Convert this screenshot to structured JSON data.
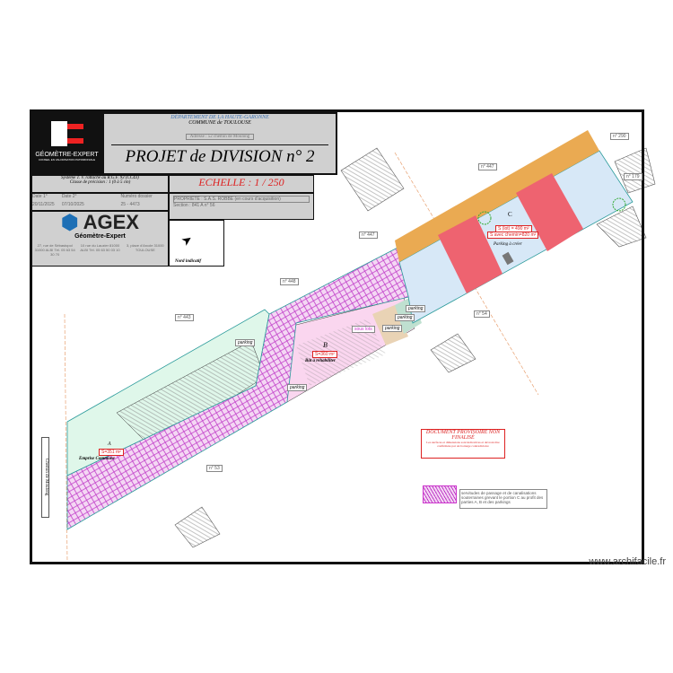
{
  "logo": {
    "text": "GÉOMÈTRE-EXPERT",
    "subtext": "CONSEIL EN VALORISATION PATRIMONIALE"
  },
  "title": {
    "department": "DÉPARTEMENT DE LA HAUTE-GARONNE",
    "commune": "COMMUNE de TOULOUSE",
    "address": "Adresse : 52 chemin de Moulong",
    "main": "PROJET de DIVISION n° 2"
  },
  "system": {
    "line1": "Système T. V. rattaché au R.G.F. 93 (CC43)",
    "line2": "Classe de précision : 1 (0 à 5 cm)"
  },
  "scale": "ECHELLE : 1 / 250",
  "property": {
    "line1": "PROPRIÉTÉ : S.A.S. ROBBE (en cours d'acquisition)",
    "line2": "Section : 841 A n° 56"
  },
  "dates": {
    "headers": [
      "Date 1°",
      "Date 2°",
      "",
      "Numéro dossier"
    ],
    "values": [
      "20/11/2025",
      "07/10/2025",
      "",
      "25 - 4473"
    ]
  },
  "agex": {
    "name": "AGEX",
    "subtitle": "Géomètre-Expert",
    "offices": [
      "27, rue de Sébastopol 31000 ALBI Tél. 05 63 54 30 70",
      "10 rue du Lauzier 81000 ALBI Tél. 05 63 50 03 10",
      "3, place d'Arcole 31000 TOULOUSE"
    ]
  },
  "north": "Nord indicatif",
  "plan": {
    "lots": [
      {
        "letter": "A",
        "area": "S=351 m²",
        "note": "Emprise Commune"
      },
      {
        "letter": "B",
        "area": "S=360 m²",
        "note": "Bât à réhabiliter"
      },
      {
        "letter": "C",
        "area": "S (lot) = 490 m²",
        "note": "S avec chemin=820 m²"
      }
    ],
    "parking_label": "parking",
    "car_label": "Parking à créer",
    "sub_lot": "sous lots",
    "parcels": [
      "n° 443",
      "n° 447",
      "n° 448",
      "n° 53",
      "n° 54",
      "n° 290",
      "n° 179"
    ],
    "road": "Chemin de Moulong"
  },
  "notice": {
    "title": "DOCUMENT PROVISOIRE NON FINALISÉ",
    "text": "Les surfaces et dimensions sont indicatives et devront être confirmées par un bornage contradictoire"
  },
  "legend": {
    "text": "servitudes de passage et de canalisations souterraines grevant le portion C au profit des parties A, B et des parkings"
  },
  "colors": {
    "orange": "#eaaa52",
    "red": "#ee6370",
    "lightblue": "#d7e8f7",
    "green": "#dff7ea",
    "pink": "#fad6ef",
    "purple": "#cc33cc"
  },
  "watermark": "www.archifacile.fr"
}
